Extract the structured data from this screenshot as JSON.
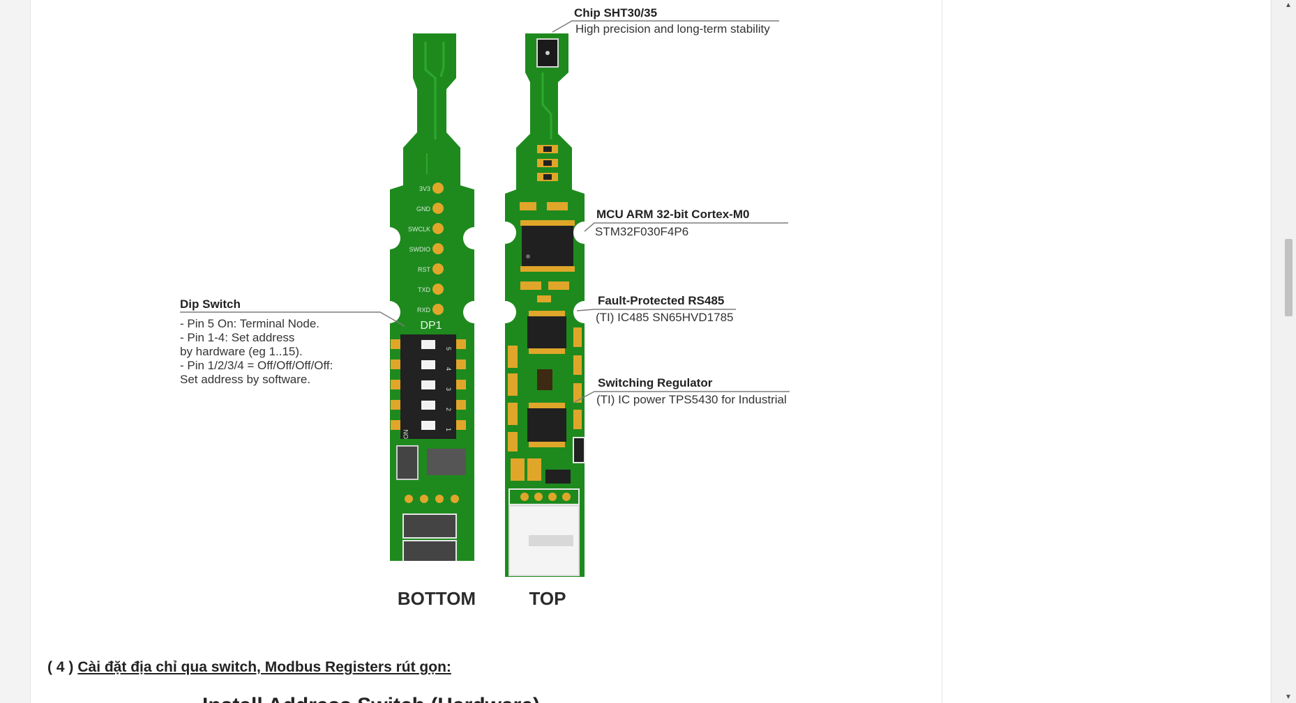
{
  "figure": {
    "callouts": {
      "chip": {
        "title": "Chip SHT30/35",
        "lines": [
          "High precision and long-term stability"
        ]
      },
      "mcu": {
        "title": "MCU ARM 32-bit Cortex-M0",
        "lines": [
          "STM32F030F4P6"
        ]
      },
      "rs485": {
        "title": "Fault-Protected RS485",
        "lines": [
          "(TI) IC485 SN65HVD1785"
        ]
      },
      "regulator": {
        "title": "Switching Regulator",
        "lines": [
          "(TI) IC power TPS5430 for Industrial"
        ]
      },
      "dip": {
        "title": "Dip Switch",
        "lines": [
          "- Pin 5 On: Terminal Node.",
          "- Pin 1-4: Set address",
          "by hardware (eg 1..15).",
          "- Pin 1/2/3/4 = Off/Off/Off/Off:",
          "Set address by software."
        ]
      }
    },
    "board_labels": {
      "bottom": "BOTTOM",
      "top": "TOP"
    },
    "silkscreen": {
      "pins": [
        "3V3",
        "GND",
        "SWCLK",
        "SWDIO",
        "RST",
        "TXD",
        "RXD"
      ],
      "dp": "DP1",
      "on": "ON",
      "switch_numbers": [
        "5",
        "4",
        "3",
        "2",
        "1"
      ]
    },
    "colors": {
      "pcb": "#1e8a1e",
      "pcb_dark": "#136b13",
      "pad": "#e0a62a",
      "chip": "#222222"
    }
  },
  "section": {
    "number": "( 4 )",
    "title": "Cài đặt địa chỉ qua switch, Modbus Registers rút gọn:"
  },
  "next_heading": "Install Address Switch (Hardware)"
}
